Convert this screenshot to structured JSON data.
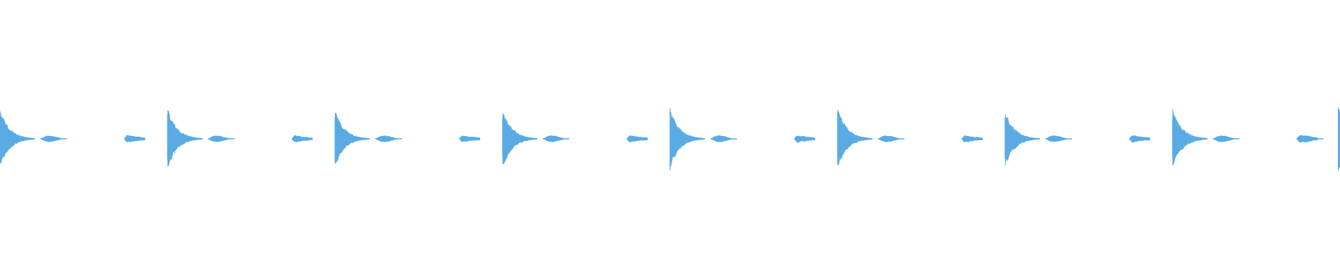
{
  "waveform": {
    "color": "#5aabe3",
    "background": "#ffffff",
    "beat_count": 8,
    "pattern": [
      "kick",
      "tick",
      "snare"
    ],
    "kick_peak_amplitude": 0.95,
    "tick_peak_amplitude": 0.14,
    "snare_peak_amplitude": 0.14
  }
}
